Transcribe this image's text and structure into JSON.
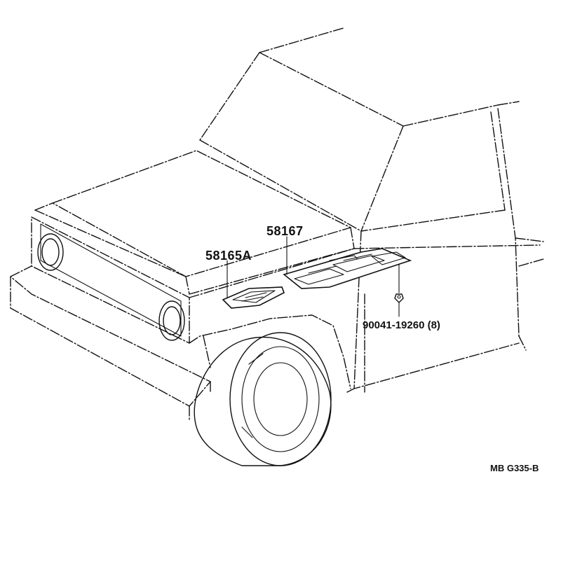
{
  "diagram": {
    "callouts": {
      "hood_vent_bracket": "58165A",
      "hood_vent_panel": "58167",
      "clip": "90041-19260 (8)"
    },
    "figure_code": "MB G335-B"
  }
}
